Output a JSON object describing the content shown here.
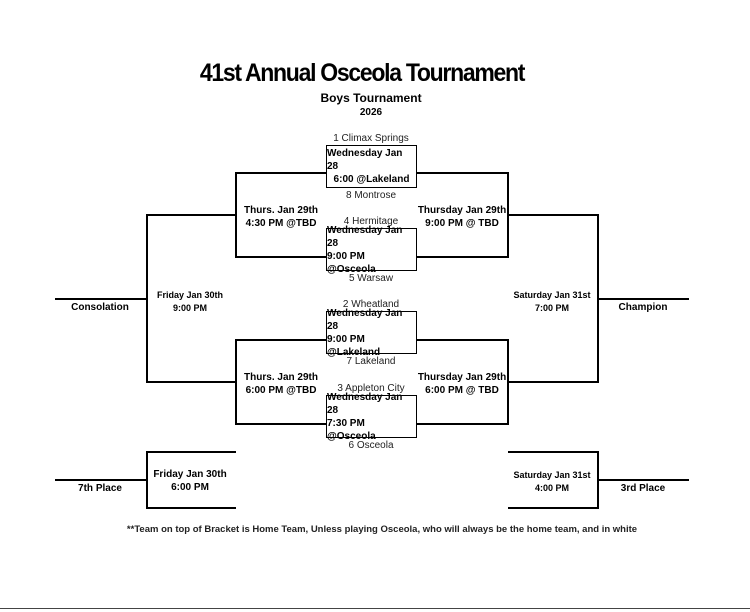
{
  "header": {
    "title": "41st Annual Osceola Tournament",
    "subtitle": "Boys Tournament",
    "year": "2026"
  },
  "teams": {
    "t1": "1 Climax Springs",
    "t8": "8 Montrose",
    "t4": "4 Hermitage",
    "t5": "5 Warsaw",
    "t2": "2 Wheatland",
    "t7": "7 Lakeland",
    "t3": "3 Appleton City",
    "t6": "6 Osceola"
  },
  "first_round": {
    "g1": {
      "day": "Wednesday Jan 28",
      "time": "6:00 @Lakeland"
    },
    "g2": {
      "day": "Wednesday Jan 28",
      "time": "9:00 PM @Osceola"
    },
    "g3": {
      "day": "Wednesday Jan 28",
      "time": "9:00 PM @Lakeland"
    },
    "g4": {
      "day": "Wednesday Jan 28",
      "time": "7:30 PM @Osceola"
    }
  },
  "second_round": {
    "cons_top": {
      "day": "Thurs. Jan 29th",
      "time": "4:30 PM @TBD"
    },
    "win_top": {
      "day": "Thursday Jan 29th",
      "time": "9:00 PM @ TBD"
    },
    "cons_bot": {
      "day": "Thurs. Jan 29th",
      "time": "6:00 PM @TBD"
    },
    "win_bot": {
      "day": "Thursday Jan 29th",
      "time": "6:00 PM @ TBD"
    }
  },
  "finals": {
    "consolation": {
      "day": "Friday Jan 30th",
      "time": "9:00 PM",
      "label": "Consolation"
    },
    "championship": {
      "day": "Saturday Jan 31st",
      "time": "7:00 PM",
      "label": "Champion"
    },
    "seventh": {
      "day": "Friday Jan 30th",
      "time": "6:00 PM",
      "label": "7th Place"
    },
    "third": {
      "day": "Saturday Jan 31st",
      "time": "4:00 PM",
      "label": "3rd Place"
    }
  },
  "footnote": "**Team on top of Bracket is Home Team, Unless playing Osceola, who will always be the home team, and in white"
}
